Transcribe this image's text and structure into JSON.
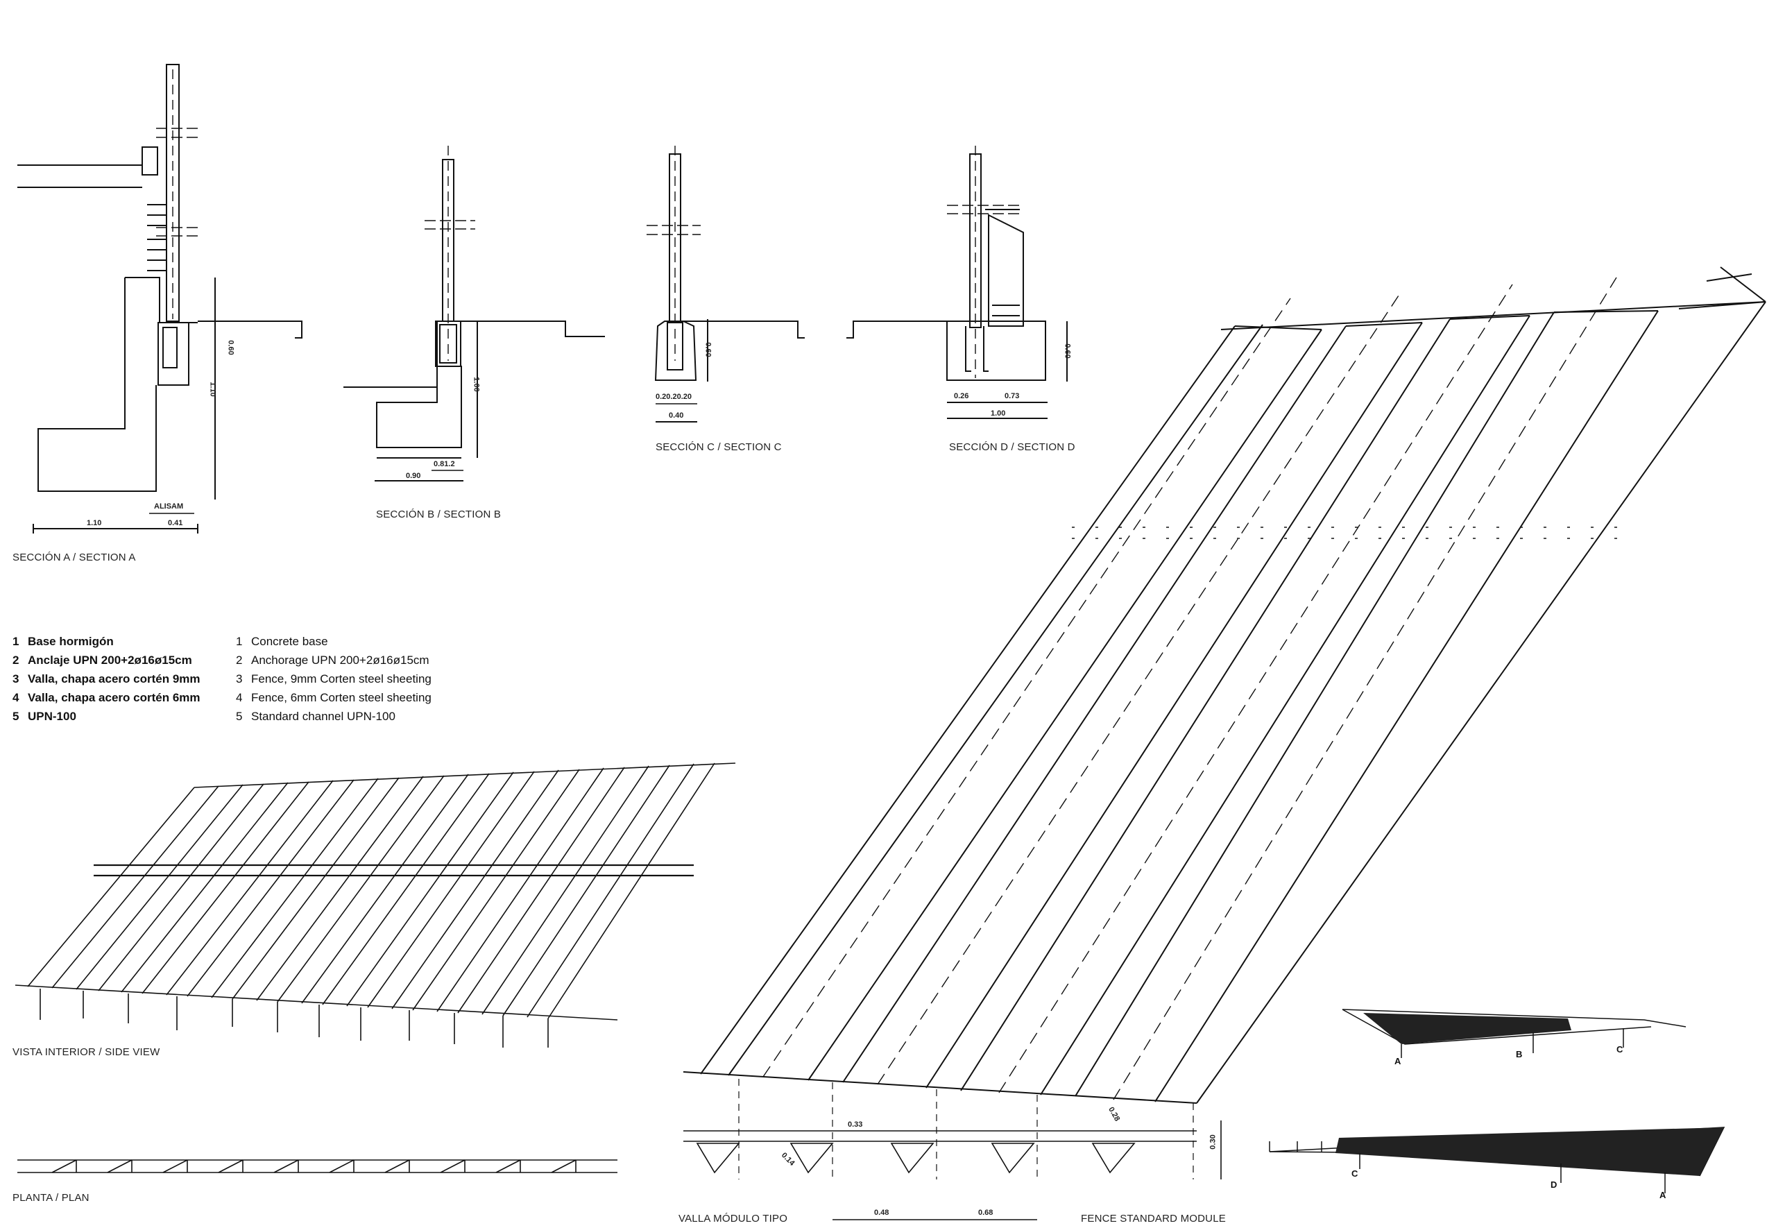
{
  "sections": {
    "a": {
      "title": "SECCIÓN A / SECTION A",
      "dims": [
        "1.10",
        "0.41",
        "ALISAM",
        "0.60",
        "1.10"
      ]
    },
    "b": {
      "title": "SECCIÓN B / SECTION B",
      "dims": [
        "0.90",
        "0.81.2",
        "1.00"
      ]
    },
    "c": {
      "title": "SECCIÓN C / SECTION C",
      "dims": [
        "0.40",
        "0.20.20.20",
        "0.60"
      ]
    },
    "d": {
      "title": "SECCIÓN D / SECTION D",
      "dims": [
        "0.26",
        "0.73",
        "1.00",
        "0.60"
      ]
    }
  },
  "legend": {
    "es": [
      {
        "n": "1",
        "text": "Base hormigón"
      },
      {
        "n": "2",
        "text": "Anclaje UPN 200+2ø16ø15cm"
      },
      {
        "n": "3",
        "text": "Valla, chapa acero cortén 9mm"
      },
      {
        "n": "4",
        "text": "Valla, chapa acero cortén 6mm"
      },
      {
        "n": "5",
        "text": "UPN-100"
      }
    ],
    "en": [
      {
        "n": "1",
        "text": "Concrete base"
      },
      {
        "n": "2",
        "text": "Anchorage UPN 200+2ø16ø15cm"
      },
      {
        "n": "3",
        "text": "Fence, 9mm Corten steel sheeting"
      },
      {
        "n": "4",
        "text": "Fence, 6mm Corten steel sheeting"
      },
      {
        "n": "5",
        "text": "Standard channel UPN-100"
      }
    ]
  },
  "views": {
    "side": "VISTA INTERIOR / SIDE VIEW",
    "plan": "PLANTA / PLAN",
    "module_es": "VALLA MÓDULO TIPO",
    "module_en": "FENCE STANDARD MODULE"
  },
  "module_dims": [
    "0.33",
    "0.48",
    "0.68",
    "0.30",
    "0.14",
    "0.28"
  ],
  "key_markers": {
    "upper": [
      "A",
      "B",
      "C"
    ],
    "lower": [
      "C",
      "D",
      "A"
    ]
  }
}
